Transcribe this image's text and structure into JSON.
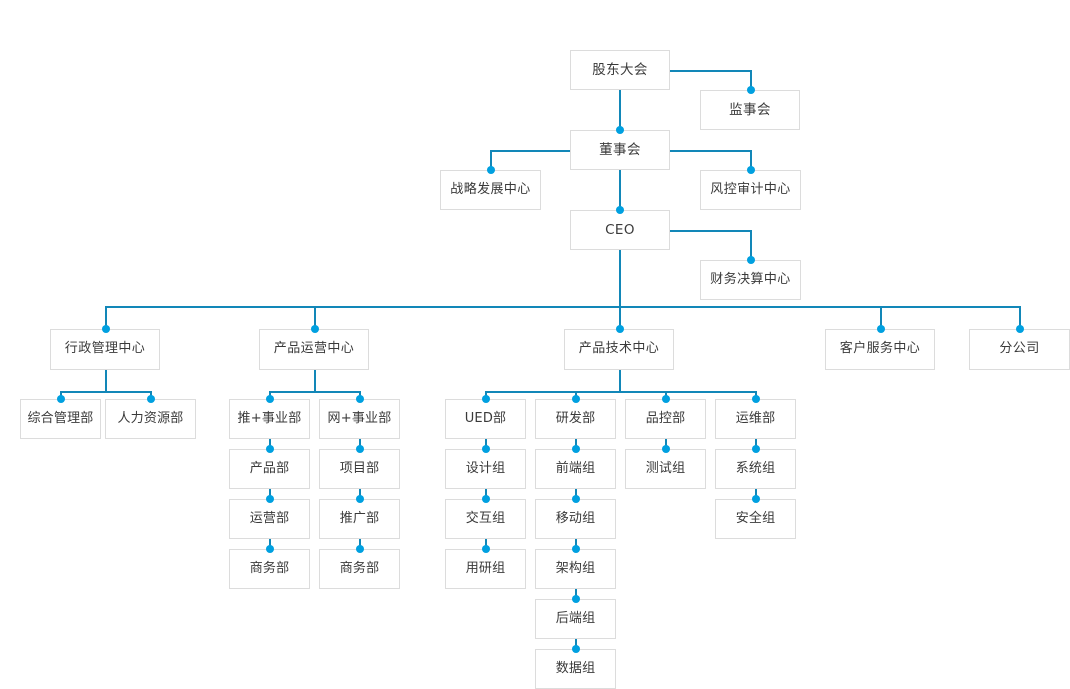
{
  "chart": {
    "type": "org-chart",
    "title": "",
    "theme": {
      "line_color": "#1287b8",
      "dot_color": "#00a0e0",
      "box_border": "#dcdcdc",
      "box_fill": "#ffffff",
      "text_color": "#3a3a3a",
      "background": "#ffffff"
    }
  },
  "nodes": {
    "shareholders_meeting": "股东大会",
    "board_of_supervisors": "监事会",
    "board_of_directors": "董事会",
    "strategy_development_center": "战略发展中心",
    "risk_control_audit_center": "风控审计中心",
    "ceo": "CEO",
    "finance_settlement_center": "财务决算中心",
    "admin_management_center": "行政管理中心",
    "general_management_dept": "综合管理部",
    "human_resources_dept": "人力资源部",
    "product_operations_center": "产品运营中心",
    "tui_plus_division": "推+事业部",
    "product_dept": "产品部",
    "operations_dept": "运营部",
    "business_dept_a": "商务部",
    "wang_plus_division": "网+事业部",
    "project_dept": "项目部",
    "promotion_dept": "推广部",
    "business_dept_b": "商务部",
    "product_technology_center": "产品技术中心",
    "ued_dept": "UED部",
    "design_group": "设计组",
    "interaction_group": "交互组",
    "user_research_group": "用研组",
    "rd_dept": "研发部",
    "frontend_group": "前端组",
    "mobile_group": "移动组",
    "architecture_group": "架构组",
    "backend_group": "后端组",
    "data_group": "数据组",
    "qa_dept": "品控部",
    "testing_group": "测试组",
    "ops_dept": "运维部",
    "system_group": "系统组",
    "security_group": "安全组",
    "customer_service_center": "客户服务中心",
    "branch_company": "分公司"
  },
  "hierarchy": {
    "root": "股东大会",
    "levels": [
      {
        "level": 1,
        "items": [
          "股东大会"
        ]
      },
      {
        "level": 2,
        "items": [
          "董事会"
        ],
        "lateral": [
          "监事会"
        ]
      },
      {
        "level": 3,
        "items": [
          "CEO"
        ],
        "lateral": [
          "战略发展中心",
          "风控审计中心"
        ]
      },
      {
        "level": 4,
        "items": [
          "行政管理中心",
          "产品运营中心",
          "产品技术中心",
          "客户服务中心",
          "分公司"
        ],
        "lateral": [
          "财务决算中心"
        ]
      }
    ],
    "branches": [
      {
        "parent": "行政管理中心",
        "children": [
          "综合管理部",
          "人力资源部"
        ]
      },
      {
        "parent": "产品运营中心",
        "children": [
          "推+事业部",
          "网+事业部"
        ]
      },
      {
        "parent": "产品技术中心",
        "children": [
          "UED部",
          "研发部",
          "品控部",
          "运维部"
        ]
      }
    ],
    "chains": [
      {
        "head": "推+事业部",
        "sequence": [
          "产品部",
          "运营部",
          "商务部"
        ]
      },
      {
        "head": "网+事业部",
        "sequence": [
          "项目部",
          "推广部",
          "商务部"
        ]
      },
      {
        "head": "UED部",
        "sequence": [
          "设计组",
          "交互组",
          "用研组"
        ]
      },
      {
        "head": "研发部",
        "sequence": [
          "前端组",
          "移动组",
          "架构组",
          "后端组",
          "数据组"
        ]
      },
      {
        "head": "品控部",
        "sequence": [
          "测试组"
        ]
      },
      {
        "head": "运维部",
        "sequence": [
          "系统组",
          "安全组"
        ]
      }
    ]
  }
}
